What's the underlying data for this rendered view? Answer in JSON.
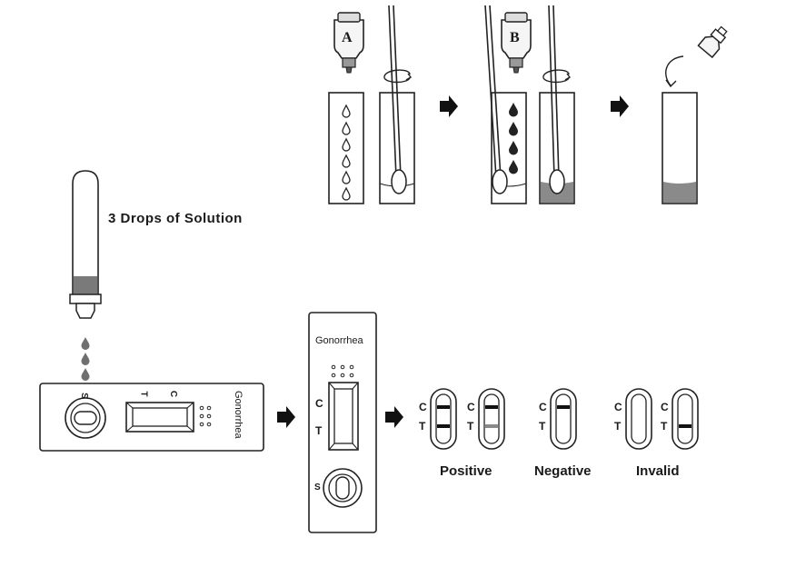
{
  "steps": {
    "bottle_a_label": "A",
    "bottle_b_label": "B",
    "drops_instruction": "3 Drops of Solution"
  },
  "cassette_horizontal": {
    "brand": "Gonorrhea",
    "sample_label": "S",
    "test_label": "T",
    "control_label": "C"
  },
  "cassette_vertical": {
    "brand": "Gonorrhea",
    "control_label": "C",
    "test_label": "T",
    "sample_label": "S"
  },
  "results": {
    "line_c": "C",
    "line_t": "T",
    "positive": "Positive",
    "negative": "Negative",
    "invalid": "Invalid"
  }
}
